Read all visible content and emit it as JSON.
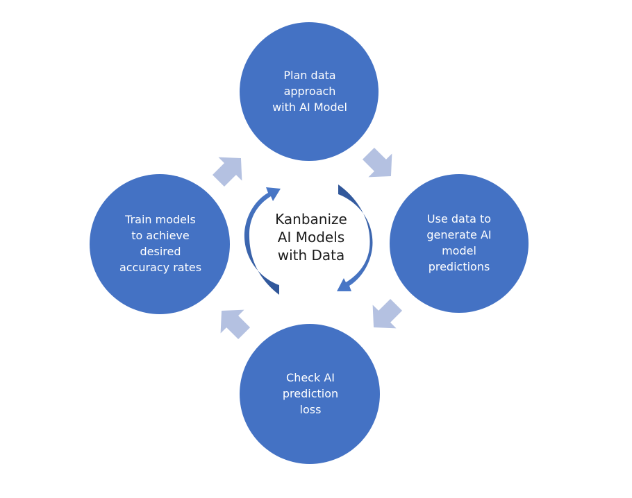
{
  "diagram": {
    "type": "cycle",
    "center": {
      "label": "Kanbanize\nAI Models\nwith Data"
    },
    "steps": [
      {
        "id": "plan",
        "label": "Plan data\napproach\nwith AI Model"
      },
      {
        "id": "use",
        "label": "Use data to\ngenerate AI\nmodel\npredictions"
      },
      {
        "id": "check",
        "label": "Check AI\nprediction\nloss"
      },
      {
        "id": "train",
        "label": "Train models\nto achieve\ndesired\naccuracy rates"
      }
    ],
    "flow": [
      {
        "from": "plan",
        "to": "use"
      },
      {
        "from": "use",
        "to": "check"
      },
      {
        "from": "check",
        "to": "train"
      },
      {
        "from": "train",
        "to": "plan"
      }
    ],
    "colors": {
      "node_fill": "#4472C4",
      "connector_arrow": "#B4C1E1",
      "center_arrow_dark": "#2F5597",
      "center_arrow_light": "#4472C4",
      "node_text": "#FFFFFF",
      "center_text": "#1C1C1C"
    }
  }
}
